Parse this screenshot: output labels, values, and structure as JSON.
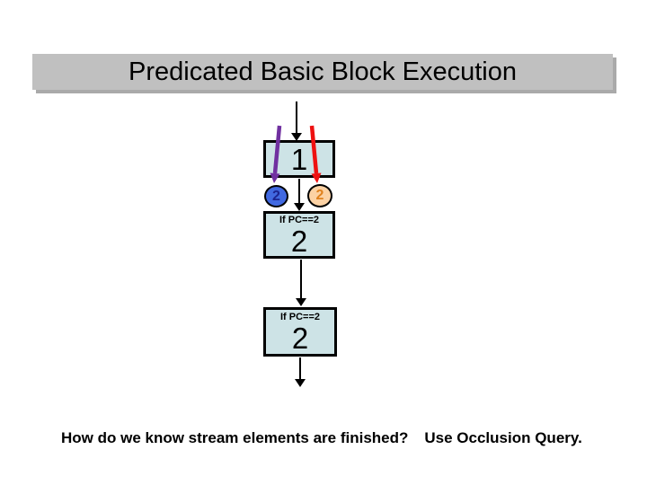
{
  "slide": {
    "title": "Predicated Basic Block Execution",
    "footer_question": "How do we know stream elements are finished?",
    "footer_answer": "Use Occlusion Query."
  },
  "diagram": {
    "block1_label": "1",
    "left_token_label": "2",
    "right_token_label": "2",
    "block2_condition": "If PC==2",
    "block2_label": "2",
    "block3_condition": "If PC==2",
    "block3_label": "2"
  },
  "colors": {
    "title_bar_bg": "#c0c0c0",
    "block_fill": "#cde3e6",
    "black_arrow": "#000000",
    "purple_arrow": "#7030a0",
    "red_arrow": "#ee1111",
    "left_token_fill": "#4169e1",
    "left_token_text": "#1c2490",
    "right_token_fill": "#fcd2a4",
    "right_token_text": "#e0821e"
  }
}
